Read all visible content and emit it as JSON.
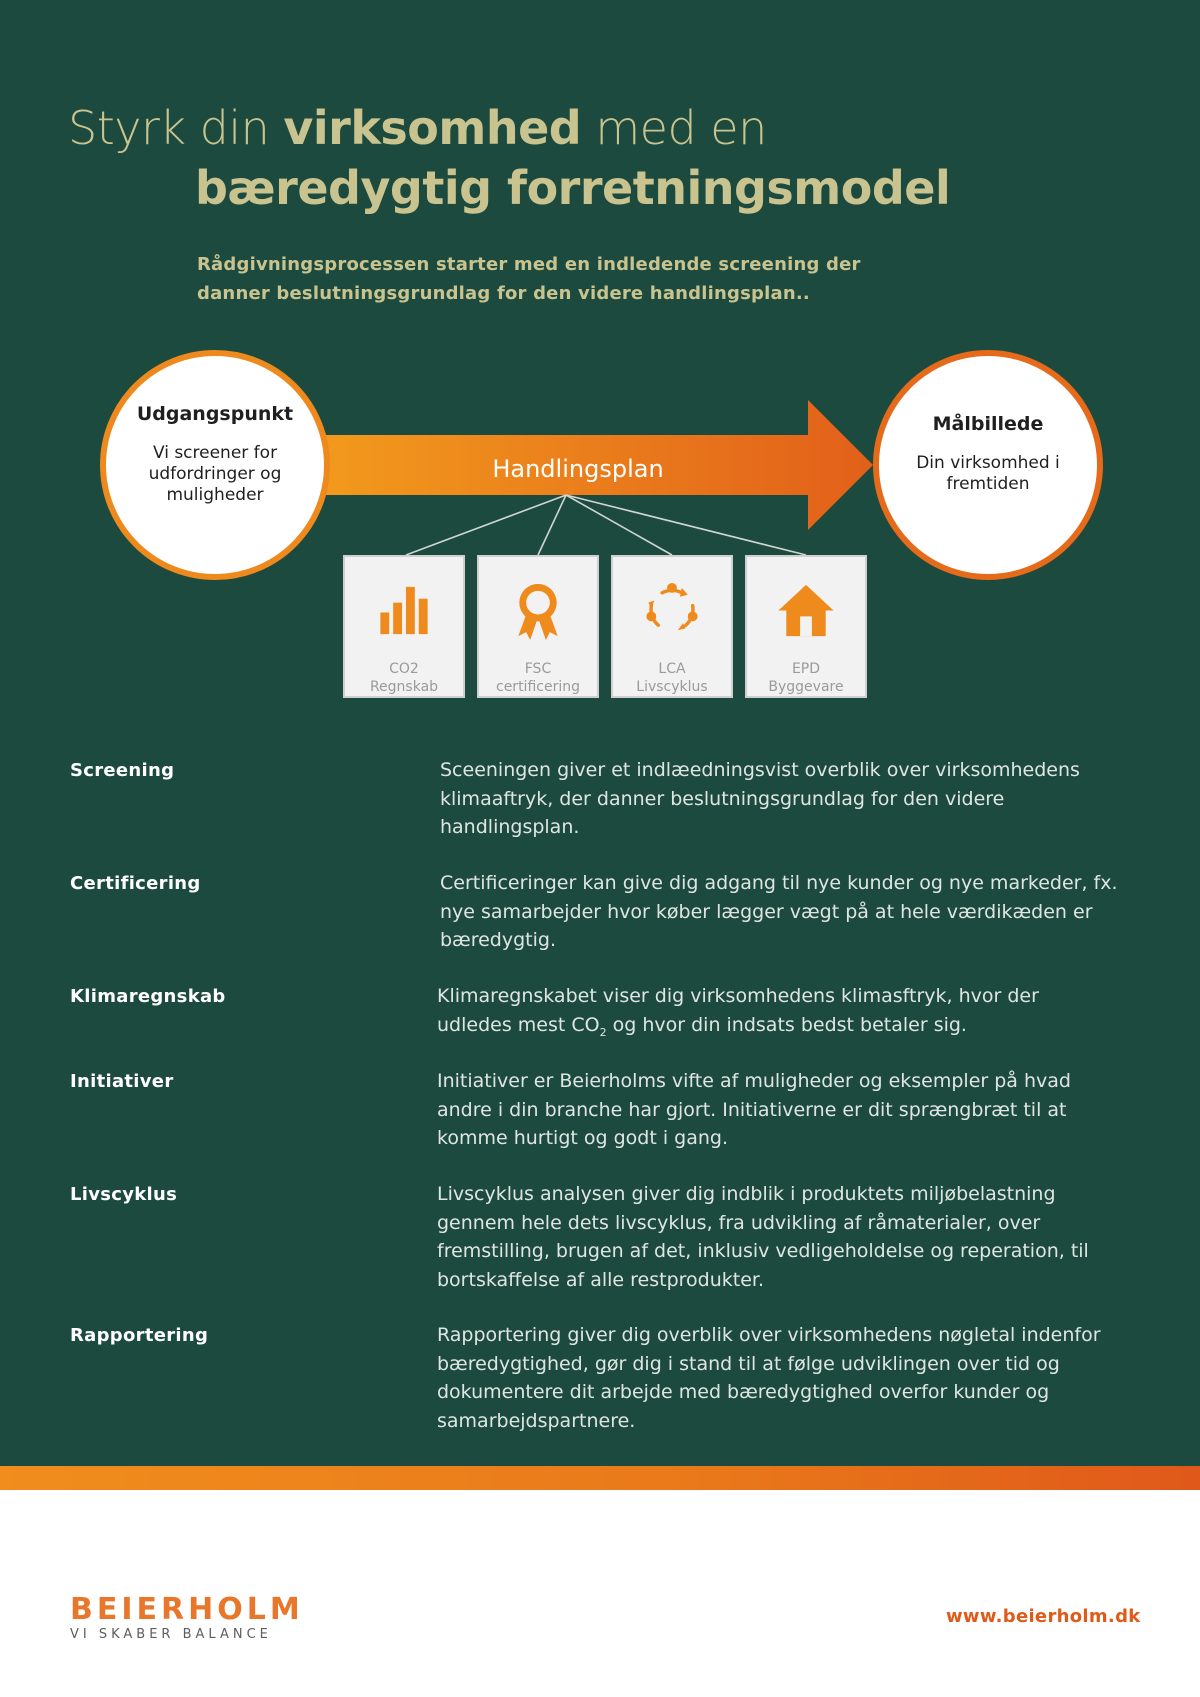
{
  "header": {
    "title_pre": "Styrk din ",
    "title_bold": "virksomhed",
    "title_post": " med en",
    "title_line2": "bæredygtig forretningsmodel",
    "intro": "Rådgivningsprocessen starter med en indledende screening der danner beslutningsgrundlag for den videre handlingsplan.."
  },
  "diagram": {
    "start": {
      "title": "Udgangspunkt",
      "text": "Vi screener for udfordringer og muligheder"
    },
    "arrow_label": "Handlingsplan",
    "end": {
      "title": "Målbillede",
      "text": "Din virksomhed i fremtiden"
    },
    "boxes": [
      {
        "icon": "bar-chart-icon",
        "label": "CO2\nRegnskab"
      },
      {
        "icon": "award-ribbon-icon",
        "label": "FSC\ncertificering"
      },
      {
        "icon": "cycle-icon",
        "label": "LCA\nLivscyklus"
      },
      {
        "icon": "house-icon",
        "label": "EPD\nByggevare"
      }
    ],
    "colors": {
      "orange_light": "#f29a1d",
      "orange_dark": "#e2601a",
      "icon": "#ef8b1d"
    }
  },
  "sections": [
    {
      "term": "Screening",
      "desc": "Sceeningen giver et indlæedningsvist overblik over virksomhedens klimaaftryk, der danner beslutningsgrundlag for den videre handlingsplan."
    },
    {
      "term": "Certificering",
      "desc": "Certificeringer kan give dig adgang til nye kunder og nye markeder, fx. nye samarbejder hvor køber lægger vægt på at hele værdikæden er bæredygtig."
    },
    {
      "term": "Klimaregnskab",
      "desc_pre": "Klimaregnskabet viser dig virksomhedens klimasftryk, hvor der udledes mest CO",
      "desc_sub": "2",
      "desc_post": " og hvor din indsats bedst betaler sig."
    },
    {
      "term": "Initiativer",
      "desc": "Initiativer er Beierholms vifte af muligheder og eksempler på hvad andre i din branche har gjort. Initiativerne er dit sprængbræt til at komme hurtigt og godt i gang."
    },
    {
      "term": "Livscyklus",
      "desc": "Livscyklus analysen giver dig indblik i produktets miljøbelastning gennem hele dets livscyklus, fra udvikling af råmaterialer, over fremstilling, brugen af det, inklusiv vedligeholdelse og reperation, til bortskaffelse af alle restprodukter."
    },
    {
      "term": "Rapportering",
      "desc": "Rapportering giver dig overblik over virksomhedens nøgletal indenfor bæredygtighed, gør dig i stand til at følge udviklingen over tid og dokumentere dit arbejde med bæredygtighed overfor kunder og samarbejdspartnere."
    }
  ],
  "footer": {
    "logo_name": "BEIERHOLM",
    "logo_tagline": "VI SKABER BALANCE",
    "url": "www.beierholm.dk"
  },
  "colors": {
    "background": "#1d4a3e",
    "title": "#c9c48f",
    "accent": "#e8762b"
  }
}
